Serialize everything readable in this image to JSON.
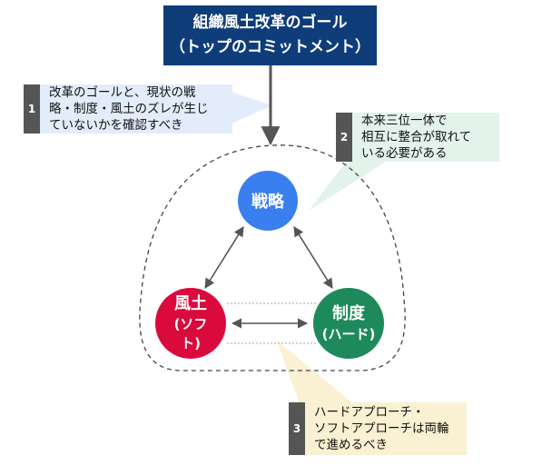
{
  "title": {
    "line1": "組織風土改革のゴール",
    "line2": "（トップのコミットメント）",
    "bg": "#0e3d7a"
  },
  "nodes": {
    "strategy": {
      "label": "戦略",
      "color": "#3a7fef"
    },
    "culture": {
      "label": "風土",
      "sub1": "(ソフ",
      "sub2": "ト)",
      "color": "#db0a3c"
    },
    "system": {
      "label": "制度",
      "sub1": "(ハード)",
      "color": "#1e8a5b"
    }
  },
  "callouts": [
    {
      "num": "1",
      "lines": [
        "改革のゴールと、現状の戦",
        "略・制度・風土のズレが生じ",
        "ていないかを確認すべき"
      ],
      "bg": "#e3ecfb"
    },
    {
      "num": "2",
      "lines": [
        "本来三位一体で",
        "相互に整合が取れて",
        "いる必要がある"
      ],
      "bg": "#e4f2ec"
    },
    {
      "num": "3",
      "lines": [
        "ハードアプローチ・",
        "ソフトアプローチは両輪",
        "で進めるべき"
      ],
      "bg": "#faf0d2"
    }
  ]
}
